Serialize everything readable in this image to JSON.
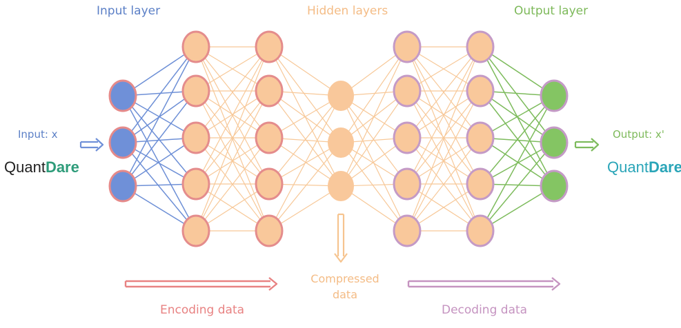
{
  "titles": {
    "input_layer": "Input layer",
    "hidden_layers": "Hidden layers",
    "output_layer": "Output layer"
  },
  "input_label": "Input: x",
  "output_label": "Output: x'",
  "brand_input": {
    "part1": "Quant",
    "part2": "Dare"
  },
  "brand_output": {
    "part1": "Quant",
    "part2": "Dare"
  },
  "compressed_label": "Compressed data",
  "encoding_label": "Encoding data",
  "decoding_label": "Decoding data",
  "network": {
    "layer_sizes": [
      3,
      5,
      5,
      3,
      5,
      5,
      3
    ],
    "layer_roles": [
      "input",
      "encoder-hidden",
      "encoder-hidden",
      "bottleneck",
      "decoder-hidden",
      "decoder-hidden",
      "output"
    ]
  },
  "colors": {
    "input_fill": "#6f90d8",
    "input_border": "#e58a8a",
    "hidden_fill": "#f9c89b",
    "encoder_border": "#e48c8c",
    "decoder_border": "#c49ac6",
    "output_fill": "#84c563",
    "output_border": "#c49ac6",
    "input_edges": "#6d8fd6",
    "hidden_edges": "#f7c898",
    "output_edges": "#7dbb5c",
    "input_arrow": "#6f90d8",
    "output_arrow": "#7dbb5c",
    "bottleneck_arrow": "#f6c48f",
    "encoding_arrow": "#e88282",
    "decoding_arrow": "#c593c0"
  }
}
